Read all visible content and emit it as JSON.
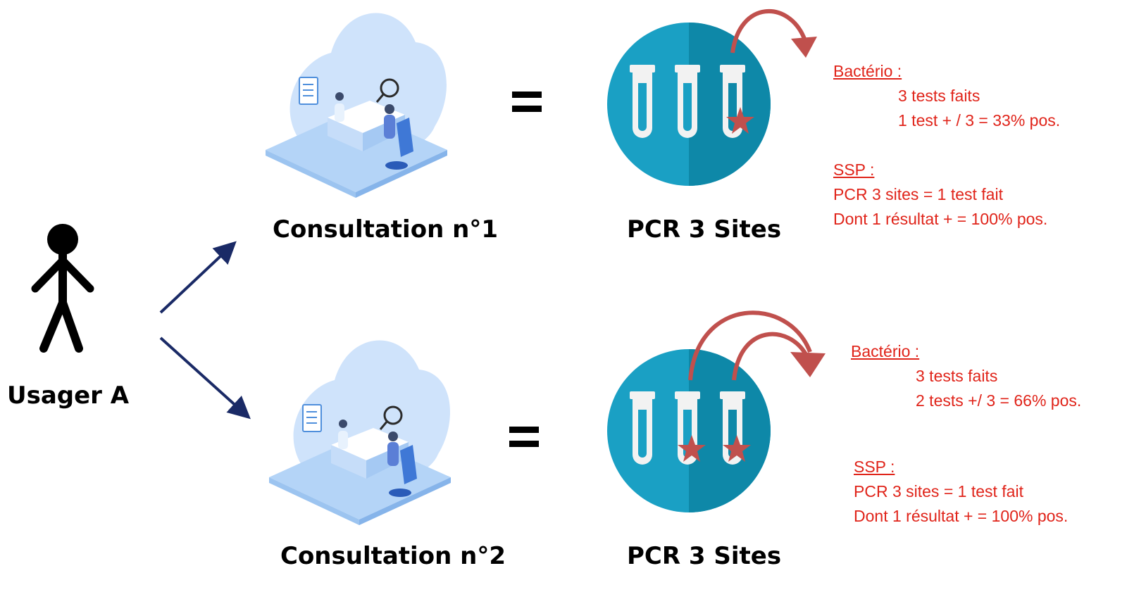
{
  "person_label": "Usager A",
  "rows": [
    {
      "consultation_label": "Consultation n°1",
      "pcr_label": "PCR 3 Sites",
      "positive_tubes": 1,
      "bacterio": {
        "heading": "Bactério :",
        "line1": "3 tests faits",
        "line2": "1 test + / 3 = 33% pos."
      },
      "ssp": {
        "heading": "SSP :",
        "line1": "PCR 3 sites = 1 test fait",
        "line2": "Dont 1 résultat + = 100% pos."
      }
    },
    {
      "consultation_label": "Consultation n°2",
      "pcr_label": "PCR 3 Sites",
      "positive_tubes": 2,
      "bacterio": {
        "heading": "Bactério :",
        "line1": "3 tests faits",
        "line2": "2 tests +/ 3 = 66% pos."
      },
      "ssp": {
        "heading": "SSP :",
        "line1": "PCR 3 sites = 1 test fait",
        "line2": "Dont 1 résultat + = 100% pos."
      }
    }
  ],
  "colors": {
    "note_text": "#e0241a",
    "arrow_navy": "#1a2a66",
    "curve_red": "#c0504d",
    "circle_teal": "#1aa0c4",
    "circle_dark": "#0e88a8",
    "cloud_blue": "#cfe3fb"
  }
}
